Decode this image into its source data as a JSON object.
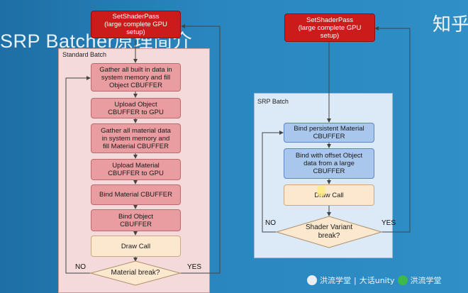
{
  "slide": {
    "title": "SRP Batcher原理简介",
    "corner_text": "知乎"
  },
  "standard_batch": {
    "label": "Standard Batch",
    "set_shader_pass": "SetShaderPass\n(large complete GPU\nsetup)",
    "steps": [
      "Gather all built in data in\nsystem memory and fill\nObject CBUFFER",
      "Upload Object\nCBUFFER to GPU",
      "Gather all material data\nin system memory and\nfill Material CBUFFER",
      "Upload Material\nCBUFFER to GPU",
      "Bind Material CBUFFER",
      "Bind Object\nCBUFFER",
      "Draw Call"
    ],
    "decision": "Material break?",
    "no_label": "NO",
    "yes_label": "YES"
  },
  "srp_batch": {
    "label": "SRP Batch",
    "set_shader_pass": "SetShaderPass\n(large complete GPU\nsetup)",
    "steps": [
      "Bind persistent Material\nCBUFFER",
      "Bind with offset Object\ndata from a large\nCBUFFER",
      "Draw Call"
    ],
    "decision": "Shader Variant\nbreak?",
    "no_label": "NO",
    "yes_label": "YES"
  },
  "watermark": {
    "text1": "洪流学堂",
    "separator": "|",
    "text2": "大话unity",
    "text3": "洪流学堂"
  },
  "colors": {
    "red": "#cc1b1b",
    "pink": "#e99da0",
    "blue": "#a9c7ec",
    "cream": "#fbe8ce",
    "background": "#2a86bf"
  }
}
